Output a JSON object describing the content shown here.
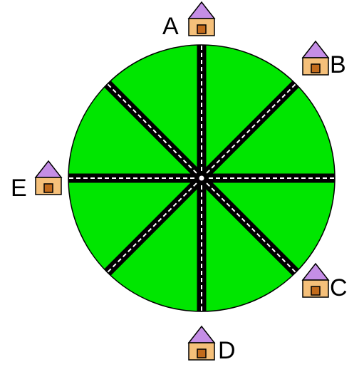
{
  "colors": {
    "field": "#00e600",
    "road": "#000000",
    "lane_marking": "#ffffff",
    "roof": "#c58ee6",
    "house_body": "#f5c07a",
    "door": "#c26b1c",
    "outline": "#000000"
  },
  "houses": [
    {
      "id": "A",
      "label": "A"
    },
    {
      "id": "B",
      "label": "B"
    },
    {
      "id": "C",
      "label": "C"
    },
    {
      "id": "D",
      "label": "D"
    },
    {
      "id": "E",
      "label": "E"
    }
  ],
  "roads": [
    {
      "id": "north"
    },
    {
      "id": "northeast"
    },
    {
      "id": "east"
    },
    {
      "id": "southeast"
    },
    {
      "id": "south"
    },
    {
      "id": "southwest"
    },
    {
      "id": "west"
    },
    {
      "id": "northwest"
    }
  ]
}
